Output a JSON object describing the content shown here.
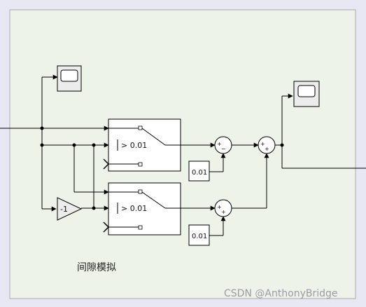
{
  "subsystem": {
    "label": "间隙模拟",
    "background": "#eef3e9",
    "border": "#a9a9ad"
  },
  "blocks": {
    "switch_top_threshold": "> 0.01",
    "switch_bottom_threshold": "> 0.01",
    "gain_value": "-1",
    "const_top": "0.01",
    "const_bottom": "0.01",
    "sum_top_signs": {
      "a": "+",
      "b": "−"
    },
    "sum_bottom_signs": {
      "a": "+",
      "b": "+"
    },
    "sum_right_signs": {
      "a": "+",
      "b": "+"
    }
  },
  "icons": {
    "scope_left": "scope-icon",
    "scope_right": "scope-icon"
  },
  "watermark": "CSDN @AnthonyBridge",
  "colors": {
    "line": "#000000",
    "block_fill": "#ffffff",
    "gain_fill": "#ececec",
    "scope_fill": "#ececec"
  }
}
